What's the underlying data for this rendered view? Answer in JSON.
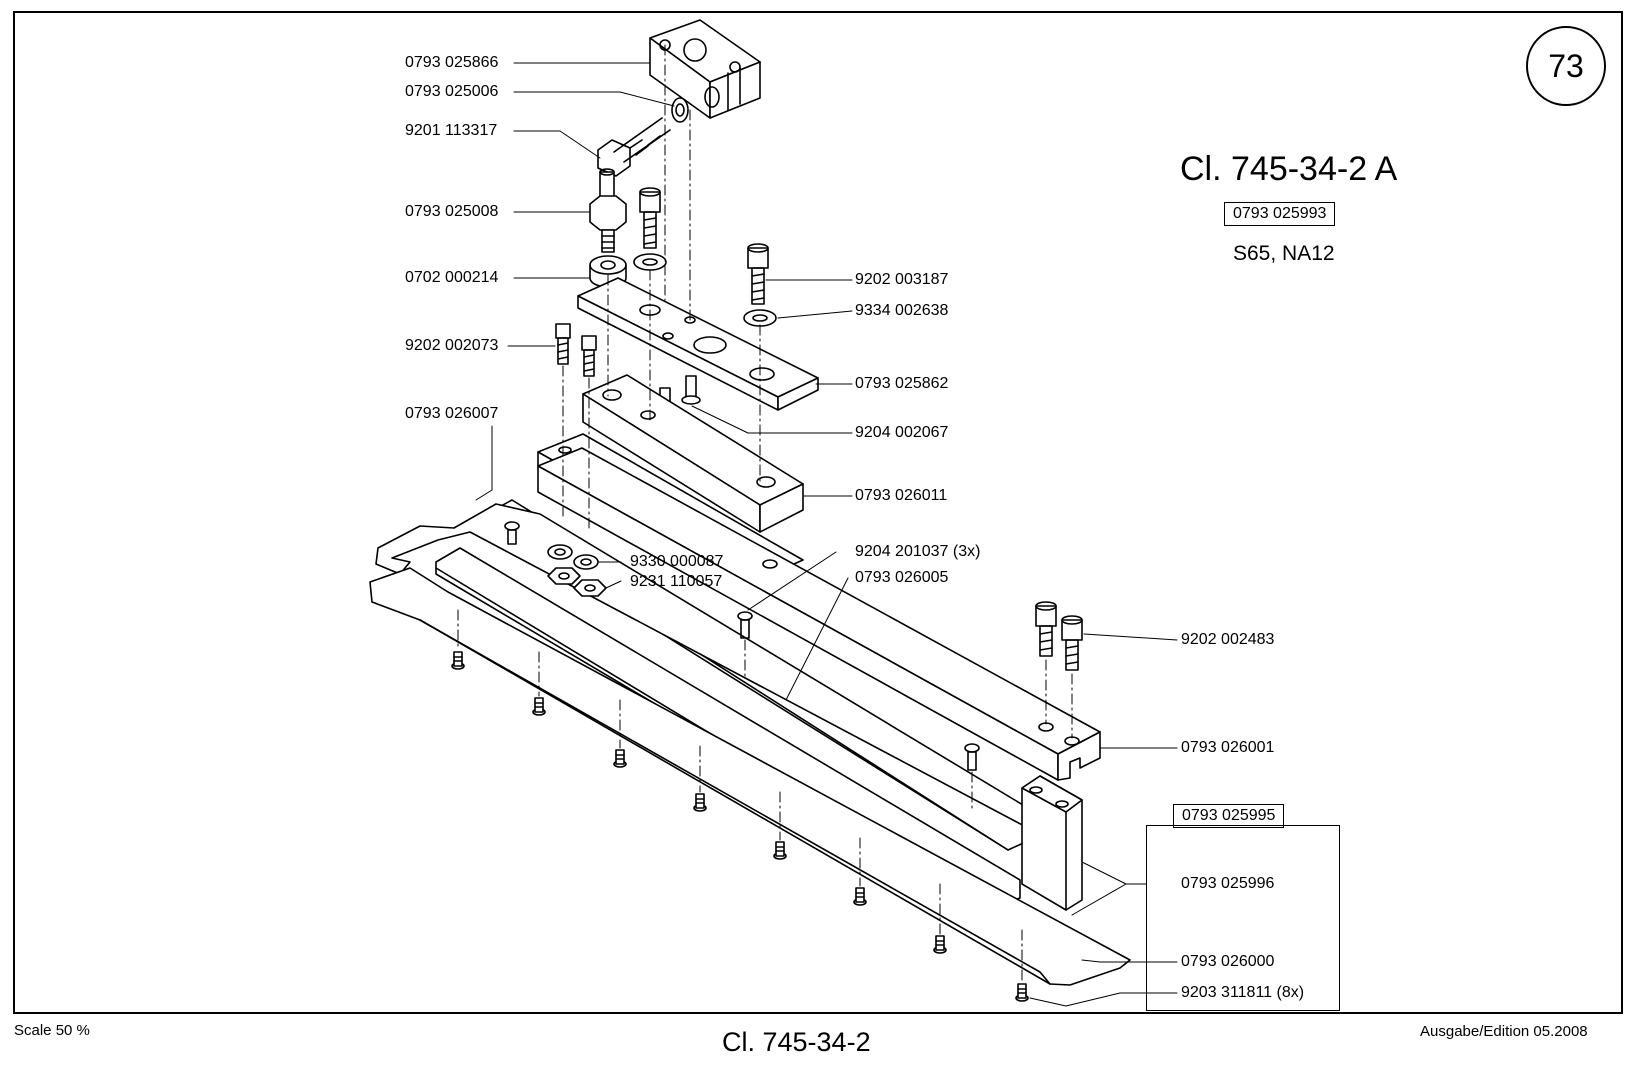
{
  "page_number": "73",
  "title": "Cl. 745-34-2 A",
  "assembly_part": "0793 025993",
  "variants": "S65, NA12",
  "kit_part": "0793 025995",
  "footer": {
    "scale": "Scale 50 %",
    "title": "Cl. 745-34-2",
    "edition": "Ausgabe/Edition 05.2008"
  },
  "callouts": [
    "0793 025866",
    "0793 025006",
    "9201 113317",
    "0793 025008",
    "0702 000214",
    "9202 002073",
    "0793 026007",
    "9202 003187",
    "9334 002638",
    "0793 025862",
    "9204 002067",
    "0793 026011",
    "9330 000087",
    "9231 110057",
    "9204 201037 (3x)",
    "0793 026005",
    "9202 002483",
    "0793 026001",
    "0793 025996",
    "0793 026000",
    "9203 311811 (8x)"
  ],
  "colors": {
    "ink": "#000000",
    "paper": "#ffffff"
  }
}
